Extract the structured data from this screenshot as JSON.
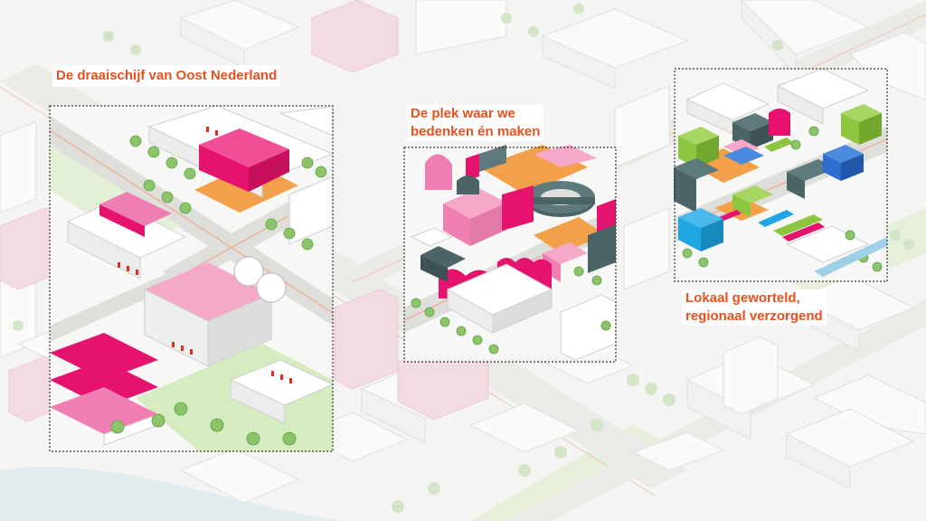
{
  "colors": {
    "background": "#f4f4f2",
    "faded_building": "#ffffff",
    "faded_outline": "#d9d9d6",
    "faded_pink": "#f2c9d6",
    "road": "#dcdcd8",
    "road_accent": "#f0a98f",
    "grass": "#d9ecc6",
    "water": "#d3e6ee",
    "tree": "#8cc46a",
    "tree_dark": "#5e9e46",
    "magenta": "#e5126e",
    "pink": "#ef7fb2",
    "light_pink": "#f6a8c9",
    "orange": "#f2a04a",
    "slate": "#4b6466",
    "lime": "#8cc63e",
    "cyan": "#1ea6e0",
    "blue": "#2c6fd1",
    "caption_text": "#e8501e",
    "frame": "#333333"
  },
  "captions": {
    "panel_1": "De draaischijf van Oost Nederland",
    "panel_2": "De plek waar we\nbedenken én maken",
    "panel_3": "Lokaal geworteld,\nregionaal verzorgend"
  }
}
